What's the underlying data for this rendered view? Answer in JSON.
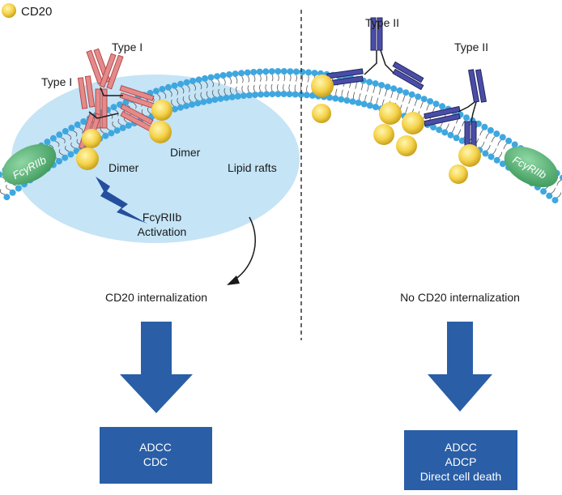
{
  "legend": {
    "label": "CD20",
    "color": "#f5d24a"
  },
  "left": {
    "type_labels": [
      "Type I",
      "Type I"
    ],
    "dimer_labels": [
      "Dimer",
      "Dimer"
    ],
    "lipid_rafts": "Lipid rafts",
    "receptor": "FcγRIIb",
    "activation": [
      "FcγRIIb",
      "Activation"
    ],
    "internalization": "CD20 internalization",
    "outcome_box": [
      "ADCC",
      "CDC"
    ],
    "antibody_color": "#e07a7a"
  },
  "right": {
    "type_labels": [
      "Type II",
      "Type II"
    ],
    "receptor": "FcγRIIb",
    "internalization": "No CD20 internalization",
    "outcome_box": [
      "ADCC",
      "ADCP",
      "Direct cell death"
    ],
    "antibody_color": "#3c3f8f"
  },
  "colors": {
    "membrane_head": "#3fa7df",
    "raft": "#bfe1f5",
    "receptor": "#4caf6e",
    "arrow": "#2a5ea6",
    "box": "#2a5ea6",
    "lightning": "#244f9e"
  }
}
